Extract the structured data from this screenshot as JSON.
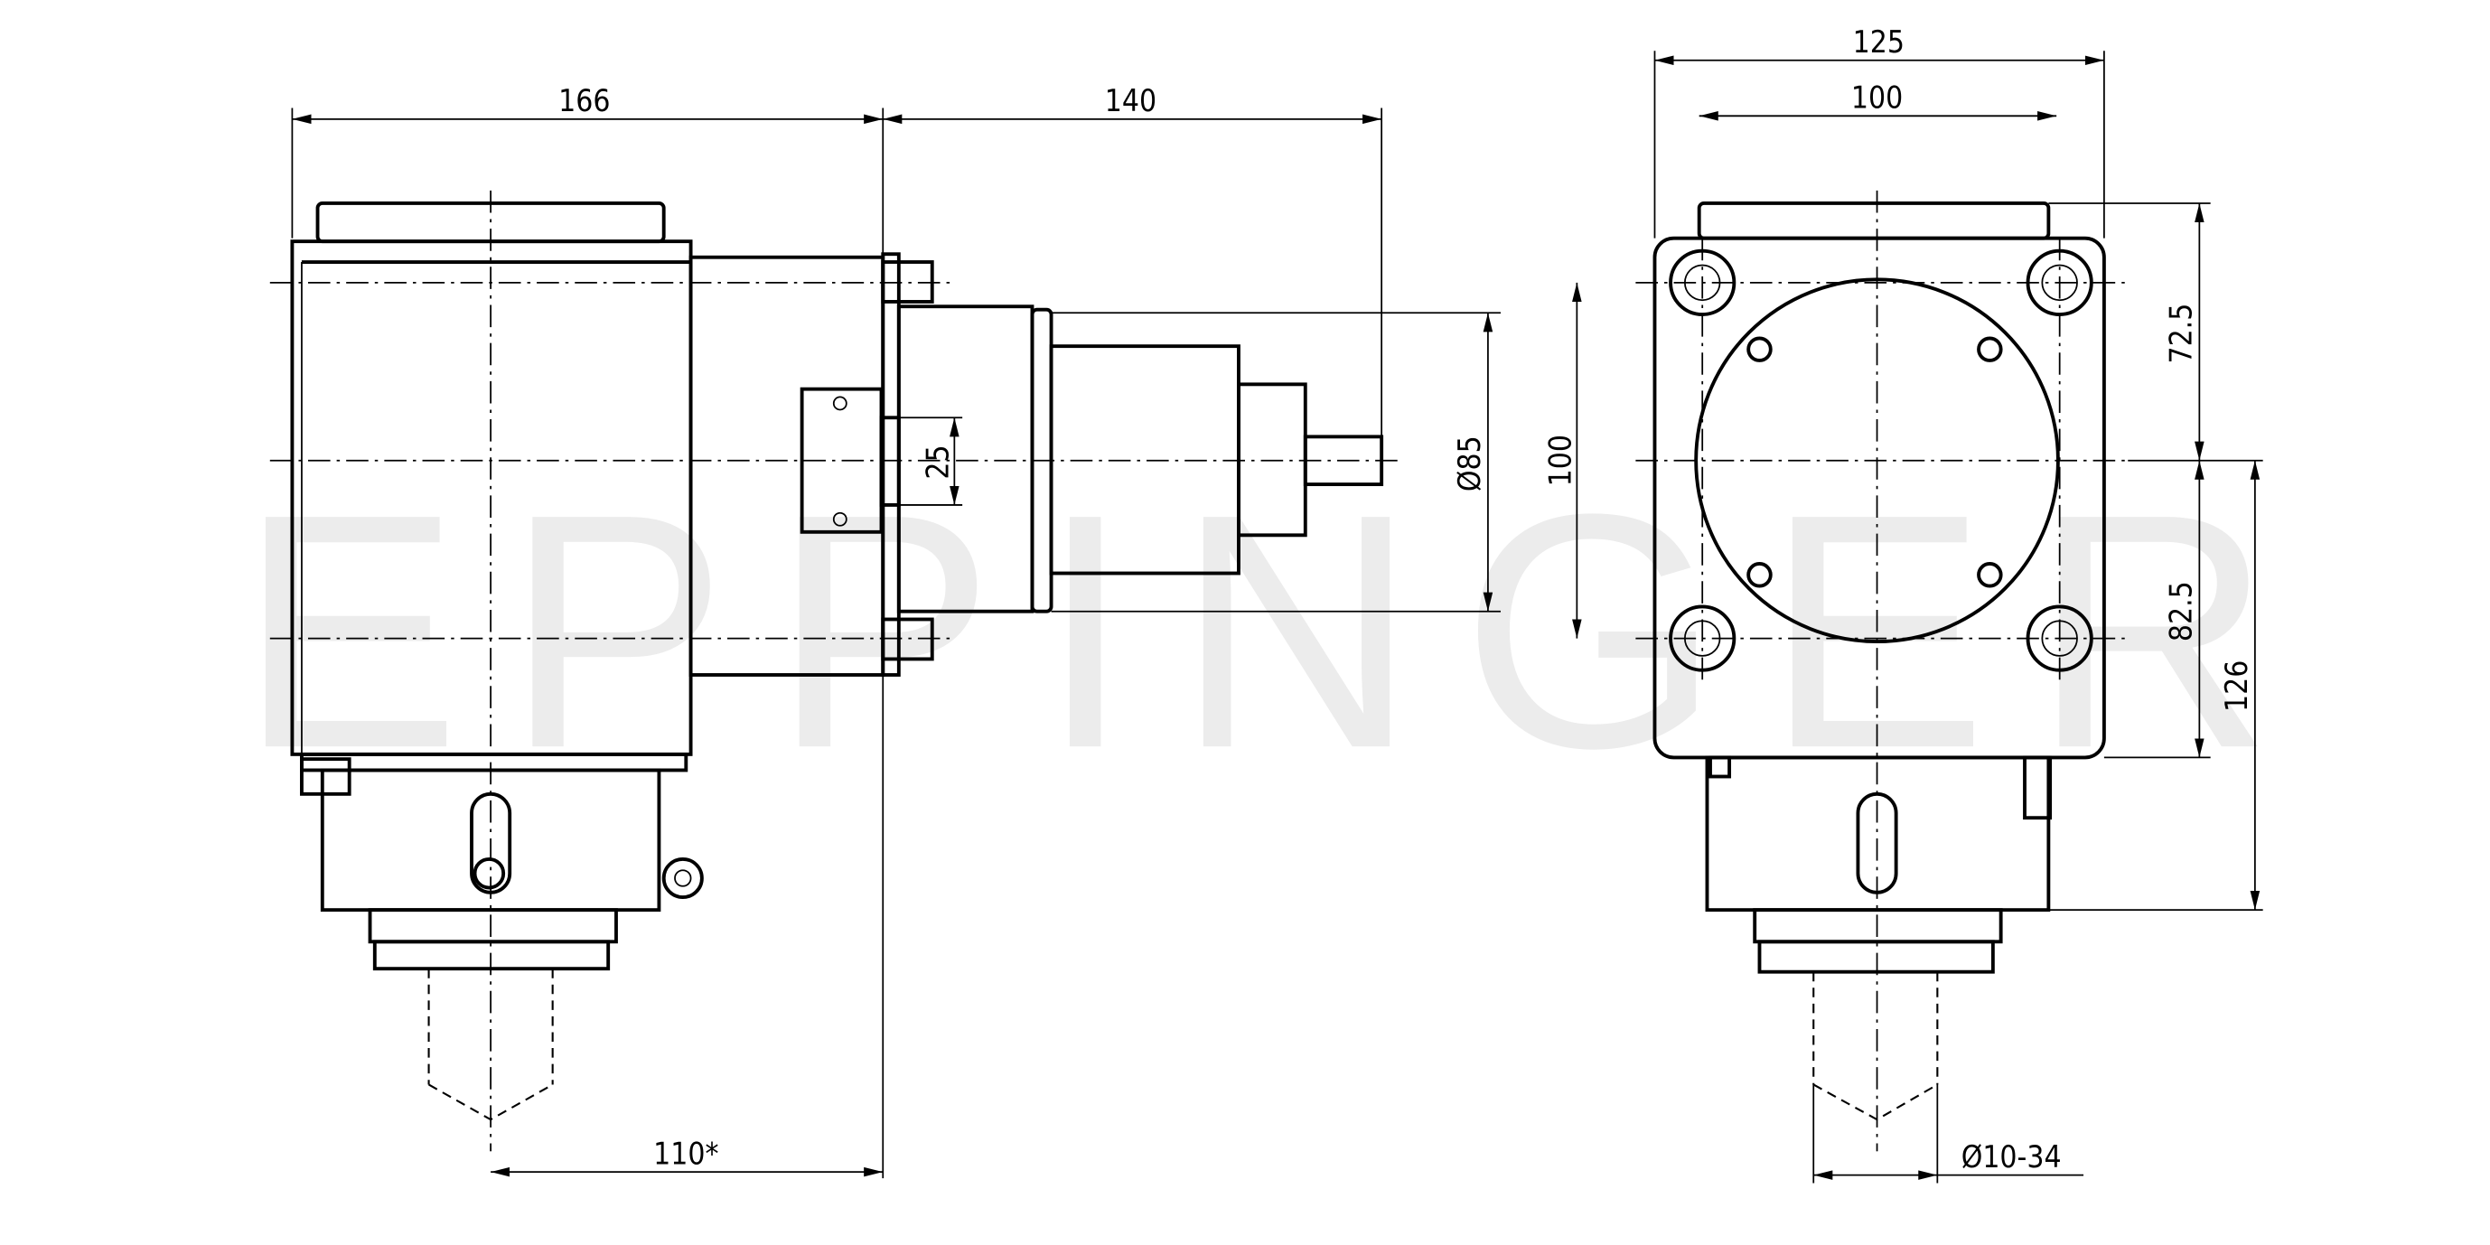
{
  "watermark": "EPPINGER",
  "dimensions": {
    "side_total_width": "166",
    "side_shaft_length": "140",
    "side_bottom_offset": "110*",
    "housing_diameter": "Ø85",
    "bracket_height": "25",
    "front_outer_width": "125",
    "front_bolt_pitch_horizontal": "100",
    "front_bolt_pitch_vertical": "100",
    "front_upper_height": "72.5",
    "front_lower_height": "82.5",
    "front_total_lower_height": "126",
    "collet_range": "Ø10-34"
  }
}
